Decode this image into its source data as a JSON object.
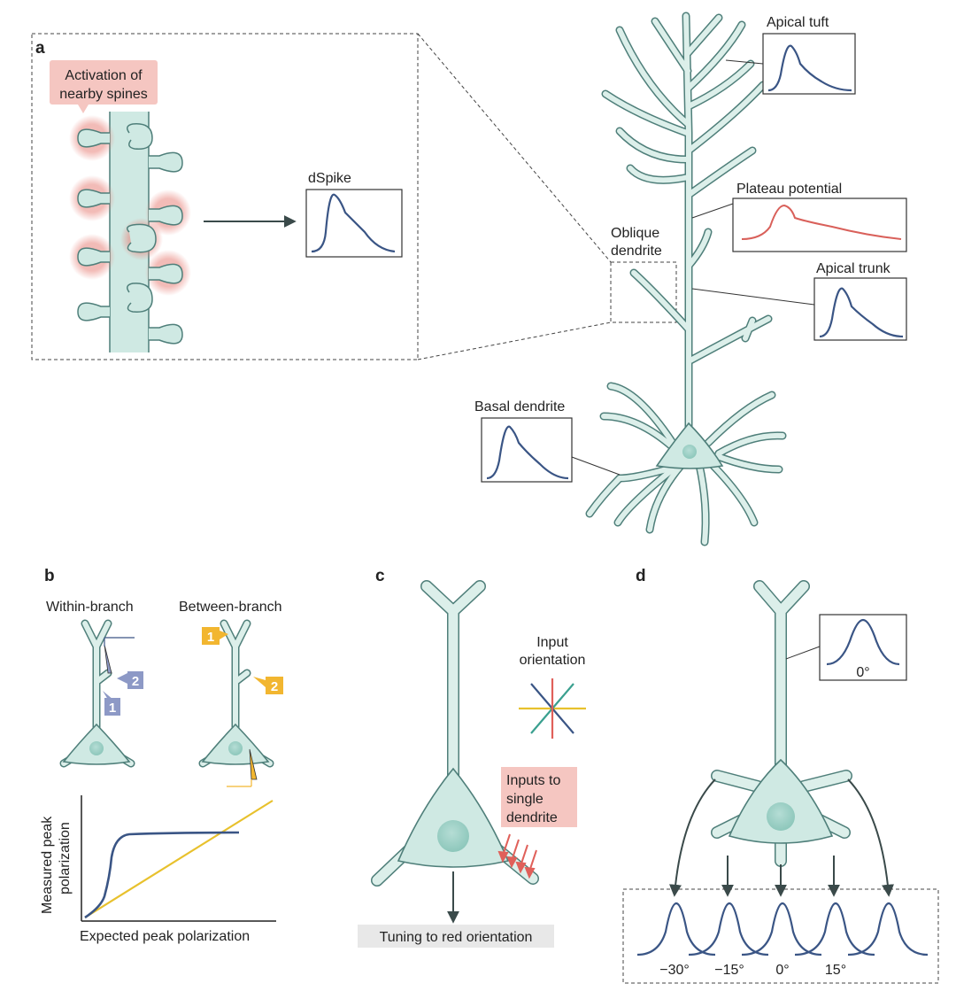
{
  "panels": {
    "a": {
      "letter": "a",
      "callout": [
        "Activation of",
        "nearby spines"
      ],
      "dspike": "dSpike",
      "oblique": [
        "Oblique",
        "dendrite"
      ],
      "apical_tuft": "Apical tuft",
      "plateau": "Plateau potential",
      "apical_trunk": "Apical trunk",
      "basal": "Basal dendrite"
    },
    "b": {
      "letter": "b",
      "within": "Within-branch",
      "between": "Between-branch",
      "marker1": "1",
      "marker2": "2",
      "ylabel": [
        "Measured peak",
        "polarization"
      ],
      "xlabel": "Expected peak polarization"
    },
    "c": {
      "letter": "c",
      "input_orientation": [
        "Input",
        "orientation"
      ],
      "inputs_single": [
        "Inputs to",
        "single",
        "dendrite"
      ],
      "tuning": "Tuning to red orientation"
    },
    "d": {
      "letter": "d",
      "top_angle": "0°",
      "angles": [
        "−30°",
        "−15°",
        "0°",
        "15°"
      ]
    }
  },
  "colors": {
    "neuron_fill": "#dcefea",
    "neuron_stroke": "#4f7f7a",
    "trace_blue": "#3a5585",
    "trace_red": "#d9605a",
    "highlight_red": "#f5c6c1",
    "marker_blue": "#8d99c6",
    "marker_yellow": "#f2b630",
    "orientation_red": "#e0605a",
    "orientation_yellow": "#e8c12d",
    "orientation_teal": "#3aa08f",
    "orientation_blue": "#3a5585"
  }
}
